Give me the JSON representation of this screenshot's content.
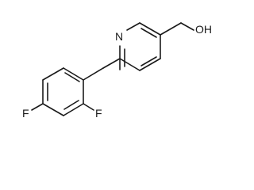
{
  "structure": {
    "atoms": {
      "n": "N",
      "oh": "OH",
      "f_para": "F",
      "f_ortho": "F"
    }
  },
  "colors": {
    "ink": "#1a1a1a",
    "background": "#ffffff"
  }
}
